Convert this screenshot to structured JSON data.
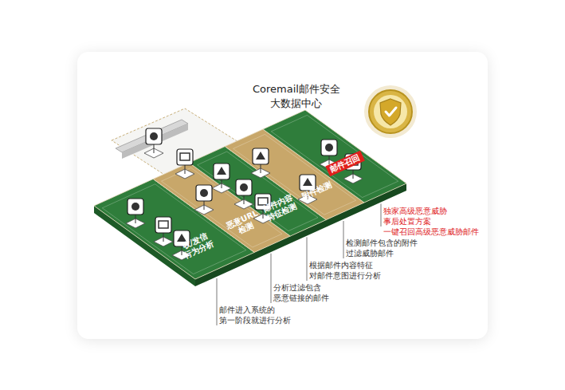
{
  "diagram": {
    "title": "Coremail邮件安全 大数据中心",
    "nodes": [
      {
        "text": [
          "收/发信 行为分析"
        ]
      },
      {
        "text": [
          "恶意URL 检测"
        ]
      },
      {
        "text": [
          "邮件内容 特征检测"
        ]
      },
      {
        "text": [
          "附件检测"
        ]
      },
      {
        "text": [
          "邮件召回"
        ]
      }
    ],
    "labels": [
      "邮件进入系统的 第一阶段就进行分析",
      "分析过滤包含 恶意链接的邮件",
      "根据邮件内容特征 对邮件意图进行分析",
      "检测邮件包含的附件 过滤威胁邮件",
      "独家高级恶意威胁 事后处置方案 一键召回高级恶意威胁邮件"
    ]
  }
}
